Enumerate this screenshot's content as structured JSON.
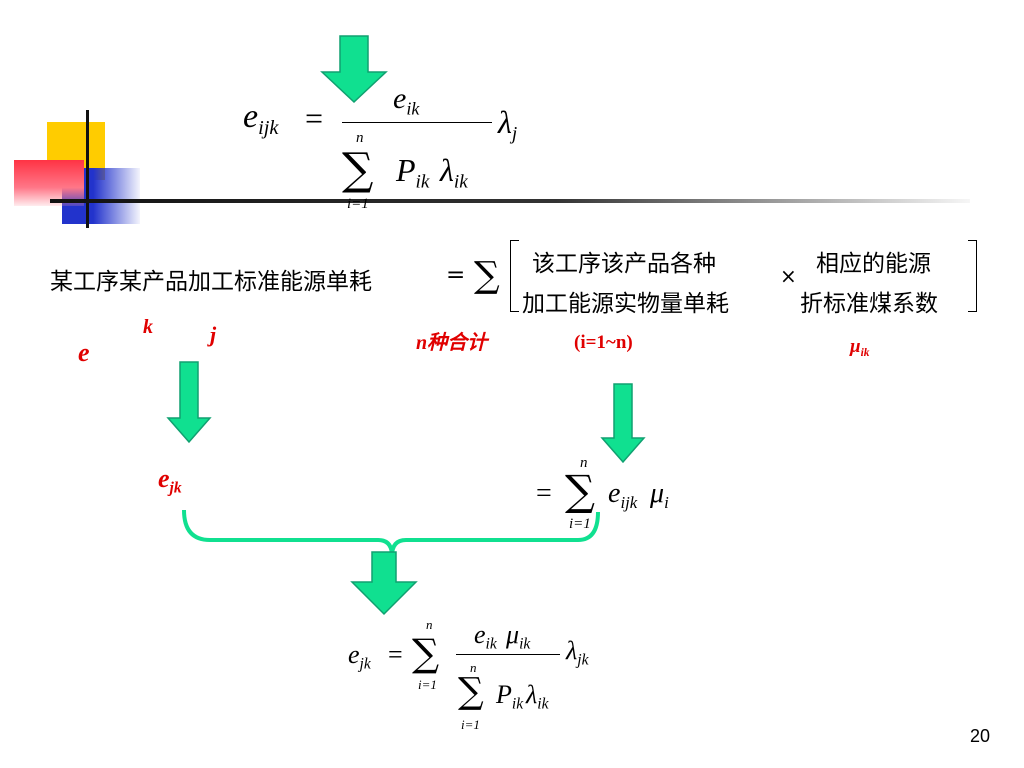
{
  "colors": {
    "arrow": "#10e090",
    "arrow_stroke": "#10a070",
    "accent_red": "#e00000",
    "deco_yellow": "#ffcc00",
    "deco_blue": "#2233cc",
    "deco_red": "#ff4455"
  },
  "formula1": {
    "lhs_var": "e",
    "lhs_sub": "ijk",
    "eq": "=",
    "num_var": "e",
    "num_sub": "ik",
    "sum_top": "n",
    "sum_bottom": "i=1",
    "den_p": "P",
    "den_p_sub": "ik",
    "den_lambda": "λ",
    "den_lambda_sub": "ik",
    "mult_lambda": "λ",
    "mult_lambda_sub": "j"
  },
  "cn_formula": {
    "lhs": "某工序某产品加工标准能源单耗",
    "eq": "=",
    "sum": "∑",
    "left_top": "该工序该产品各种",
    "left_bottom": "加工能源实物量单耗",
    "times": "×",
    "right_top": "相应的能源",
    "right_bottom": "折标准煤系数"
  },
  "labels": {
    "e": "e",
    "k": "k",
    "j": "j",
    "n_total": "n种合计",
    "range": "(i=1~n)",
    "mu": "μ",
    "mu_sub": "ik",
    "ejk": "e",
    "ejk_sub": "jk"
  },
  "formula2": {
    "eq": "=",
    "sum": "∑",
    "sum_top": "n",
    "sum_bottom": "i=1",
    "var_e": "e",
    "var_e_sub": "ijk",
    "var_mu": "μ",
    "var_mu_sub": "i"
  },
  "formula3": {
    "lhs_var": "e",
    "lhs_sub": "jk",
    "eq": "=",
    "sum": "∑",
    "sum_top": "n",
    "sum_bottom": "i=1",
    "num_e": "e",
    "num_e_sub": "ik",
    "num_mu": "μ",
    "num_mu_sub": "ik",
    "den_sum": "∑",
    "den_sum_top": "n",
    "den_sum_bottom": "i=1",
    "den_p": "P",
    "den_p_sub": "ik",
    "den_lambda": "λ",
    "den_lambda_sub": "ik",
    "mult_lambda": "λ",
    "mult_lambda_sub": "jk"
  },
  "page_number": "20"
}
